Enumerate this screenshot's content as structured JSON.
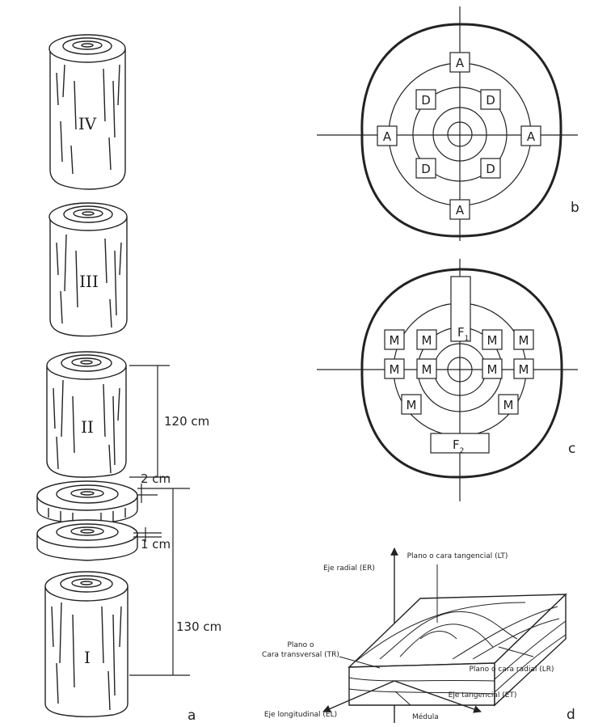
{
  "panel_letters": {
    "a": "a",
    "b": "b",
    "c": "c",
    "d": "d"
  },
  "logs": [
    {
      "roman": "IV"
    },
    {
      "roman": "III"
    },
    {
      "roman": "II"
    },
    {
      "roman": "I"
    }
  ],
  "dimensions": {
    "d120": "120 cm",
    "d2": "2 cm",
    "d1": "1 cm",
    "d130": "130 cm"
  },
  "disc_b": {
    "labels": [
      "A",
      "D",
      "D",
      "A",
      "A",
      "D",
      "D",
      "A"
    ]
  },
  "disc_c": {
    "f1": "F",
    "f1_sub": "1",
    "f2": "F",
    "f2_sub": "2",
    "m_label": "M"
  },
  "wood_block": {
    "tangential_face": "Plano o cara tangencial (LT)",
    "radial_axis": "Eje radial (ER)",
    "transversal_face_1": "Plano o",
    "transversal_face_2": "Cara transversal (TR)",
    "radial_face": "Plano o cara radial (LR)",
    "tangential_axis": "Eje tangencial (ET)",
    "longitudinal_axis": "Eje longitudinal (EL)",
    "pith": "Médula"
  }
}
